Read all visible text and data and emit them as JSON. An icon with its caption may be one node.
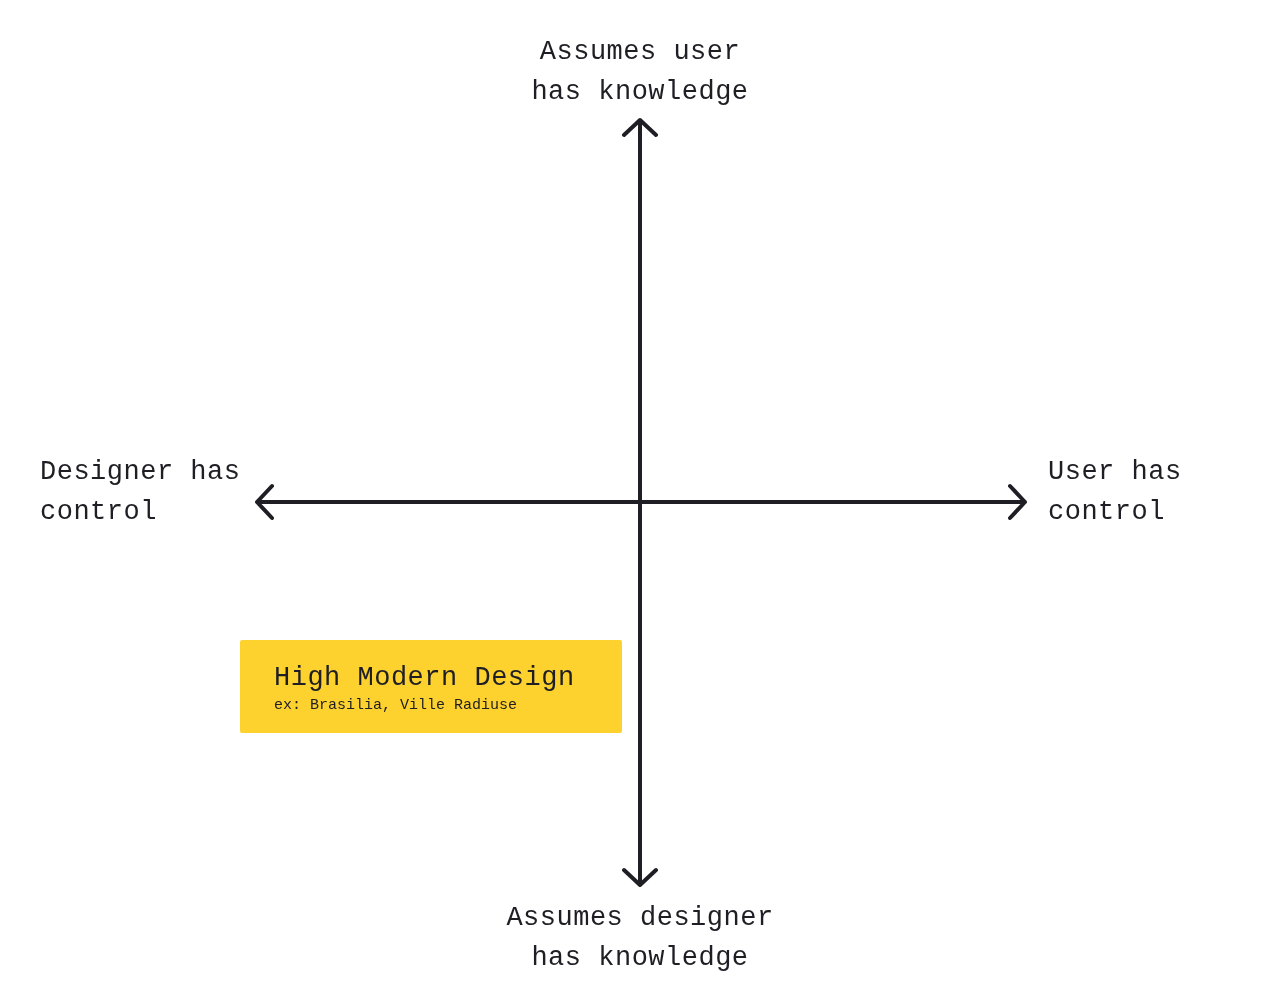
{
  "diagram": {
    "nodes": [
      {
        "text": [
          "High Modern Design",
          "ex: Brasilia, Ville Radiuse"
        ]
      }
    ],
    "labels": [
      "Assumes user has knowledge",
      "Designer has control",
      "User has control",
      "Assumes designer has knowledge"
    ]
  }
}
